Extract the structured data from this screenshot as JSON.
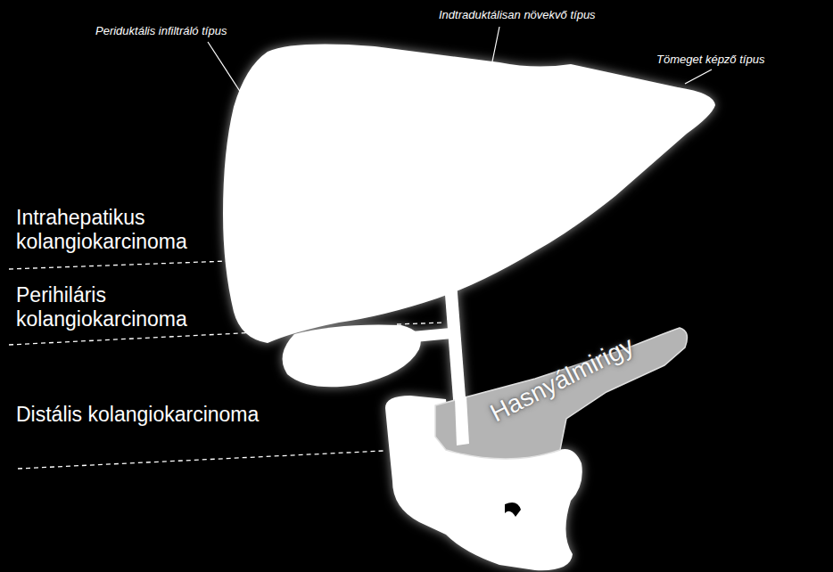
{
  "diagram": {
    "nodes": [
      {
        "text": [
          "Hasnyálmirigy"
        ]
      }
    ],
    "labels": [
      "Periduktális infiltráló típus",
      "Indtraduktálisan növekvő típus",
      "Tömeget képző típus",
      "Intrahepatikus kolangiokarcinoma",
      "Perihiláris kolangiokarcinoma",
      "Distális kolangiokarcinoma"
    ]
  }
}
